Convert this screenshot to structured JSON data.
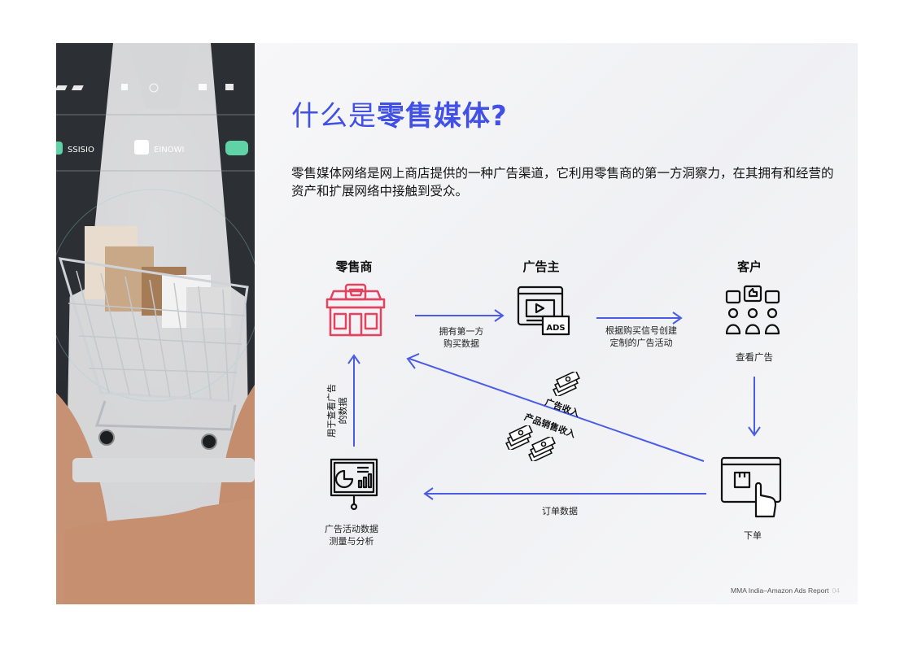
{
  "title_normal": "什么是",
  "title_accent": "零售媒体?",
  "lead": "零售媒体网络是网上商店提供的一种广告渠道，它利用零售商的第一方洞察力，在其拥有和经营的资产和扩展网络中接触到受众。",
  "nodes": {
    "retailer": "零售商",
    "advertiser": "广告主",
    "customer": "客户"
  },
  "labels": {
    "first_party_1": "拥有第一方",
    "first_party_2": "购买数据",
    "create_1": "根据购买信号创建",
    "create_2": "定制的广告活动",
    "view_ads": "查看广告",
    "ad_revenue": "广告收入",
    "product_revenue": "产品销售收入",
    "vertical_1": "用于查看广告",
    "vertical_2": "的数据",
    "order_data": "订单数据",
    "measure_1": "广告活动数据",
    "measure_2": "测量与分析",
    "order": "下单"
  },
  "icons": {
    "ads_badge": "ADS"
  },
  "photo_overlay": {
    "label_a": "SSISIO",
    "label_b": "EINOWI"
  },
  "footer": {
    "text": "MMA India–Amazon Ads Report",
    "page": "04"
  },
  "colors": {
    "accent": "#4150e6",
    "arrow": "#4a5ce6",
    "retail_icon": "#e4435f"
  }
}
